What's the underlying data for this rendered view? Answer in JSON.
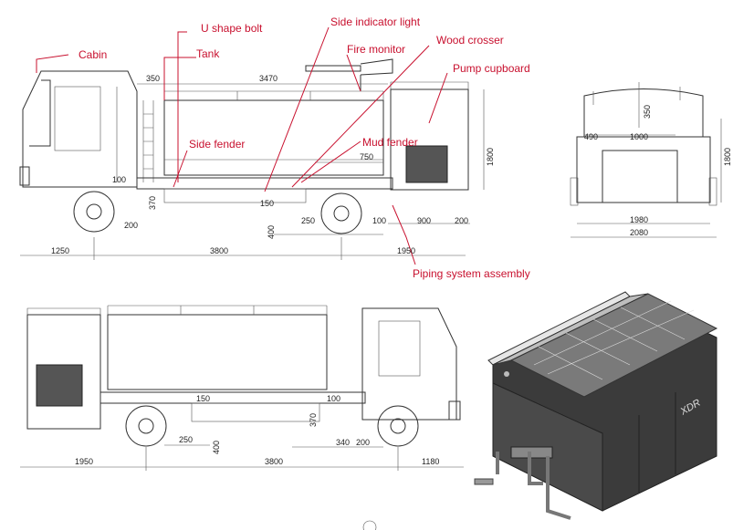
{
  "callouts": {
    "cabin": "Cabin",
    "u_bolt": "U shape bolt",
    "tank": "Tank",
    "side_light": "Side  indicator light",
    "fire_monitor": "Fire monitor",
    "wood_crosser": "Wood crosser",
    "pump_cupboard": "Pump cupboard",
    "side_fender": "Side fender",
    "mud_fender": "Mud fender",
    "piping": "Piping system assembly"
  },
  "dims_side": {
    "d350": "350",
    "d3470": "3470",
    "d750": "750",
    "d1800": "1800",
    "d100a": "100",
    "d370": "370",
    "d150": "150",
    "d200a": "200",
    "d400": "400",
    "d250": "250",
    "d100b": "100",
    "d900": "900",
    "d200b": "200",
    "d1250": "1250",
    "d3800": "3800",
    "d1950": "1950"
  },
  "dims_rear": {
    "d350": "350",
    "d490": "490",
    "d1000": "1000",
    "d1800": "1800",
    "d1980": "1980",
    "d2080": "2080"
  },
  "dims_bottom": {
    "d150": "150",
    "d100": "100",
    "d370": "370",
    "d250": "250",
    "d400": "400",
    "d340": "340",
    "d200": "200",
    "d1950": "1950",
    "d3800": "3800",
    "d1180": "1180"
  },
  "iso": {
    "brand": "XDR"
  },
  "colors": {
    "callout": "#c8102e",
    "line": "#333333",
    "tank_dark": "#3b3b3b"
  }
}
